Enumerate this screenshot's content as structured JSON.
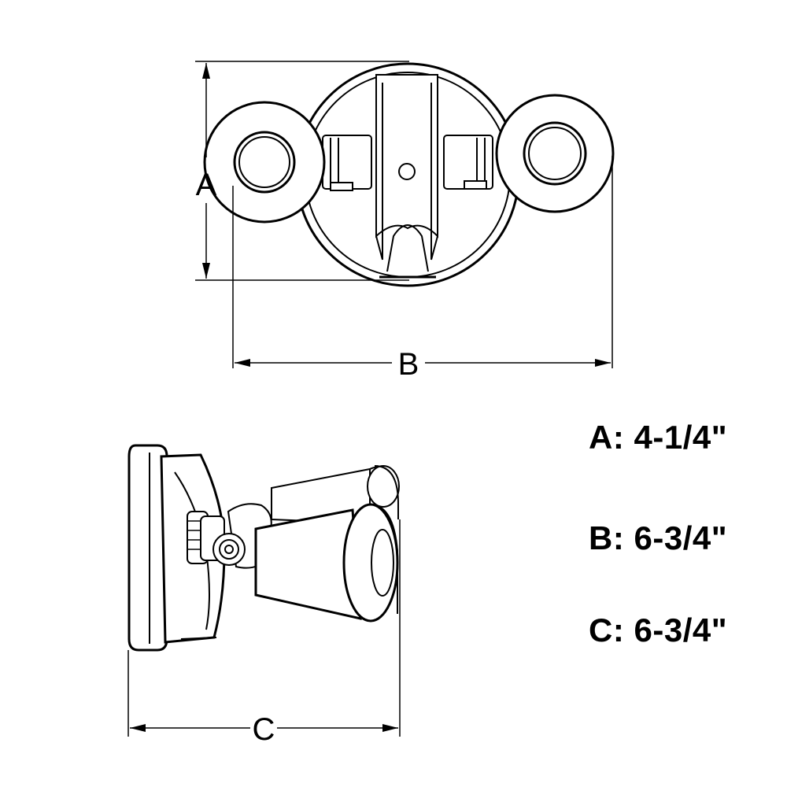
{
  "dimensions": {
    "labels": {
      "a": "A",
      "b": "B",
      "c": "C"
    },
    "specs": [
      {
        "label": "A",
        "text": "A: 4-1/4\""
      },
      {
        "label": "B",
        "text": "B: 6-3/4\""
      },
      {
        "label": "C",
        "text": "C: 6-3/4\""
      }
    ]
  },
  "colors": {
    "line": "#000000",
    "background": "#ffffff"
  }
}
